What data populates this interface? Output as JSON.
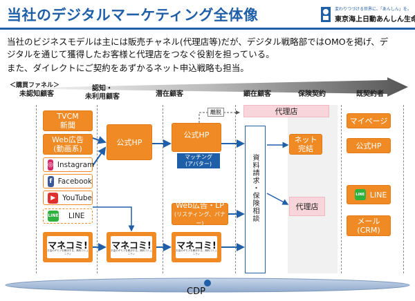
{
  "header": {
    "title": "当社のデジタルマーケティング全体像",
    "tagline": "変わりつづける世界に、「あんしん」を。",
    "company": "東京海上日動あんしん生命"
  },
  "intro": {
    "line1": "当社のビジネスモデルは主には販売チャネル(代理店等)だが、デジタル戦略部ではOMOを掲げ、デ",
    "line2": "ジタルを通じて獲得したお客様と代理店をつなぐ役割を担っている。",
    "line3": "また、ダイレクトにご契約をあずかるネット申込戦略も担当。"
  },
  "funnel": {
    "label": "＜購買ファネル＞",
    "stages": {
      "unaware": "未認知顧客",
      "aware_line1": "認知・",
      "aware_line2": "未利用顧客",
      "potential": "潜在顧客",
      "apparent": "顕在顧客",
      "contract": "保険契約",
      "existing": "既契約者"
    }
  },
  "channels": {
    "tvcm_line1": "TVCM",
    "tvcm_line2": "新聞",
    "webad_line1": "Web広告",
    "webad_line2": "(動画系)",
    "instagram": "Instagram",
    "facebook": "Facebook",
    "youtube": "YouTube",
    "line": "LINE",
    "manekomi": "マネコミ!",
    "manekomi_sub": "お金のギモンを解決する、無料コミュニティ"
  },
  "middle": {
    "official_hp": "公式HP",
    "official_hp2": "公式HP",
    "matching_line1": "マッチング",
    "matching_line2": "(アバター)",
    "webad_lp_line1": "Web広告・LP",
    "webad_lp_line2": "(リスティング、バナー)",
    "leak": "離脱",
    "vertical_text": "資料請求・保険相談"
  },
  "right": {
    "agency_top": "代理店",
    "net_complete_line1": "ネット",
    "net_complete_line2": "完結",
    "agency": "代理店",
    "mypage": "マイページ",
    "official_hp": "公式HP",
    "line": "LINE",
    "mail_line1": "メール",
    "mail_line2": "(CRM)"
  },
  "footer": {
    "cdp": "CDP"
  },
  "colors": {
    "brand_blue": "#1f5fa8",
    "orange": "#f08a24",
    "pink": "#f7d5da"
  }
}
